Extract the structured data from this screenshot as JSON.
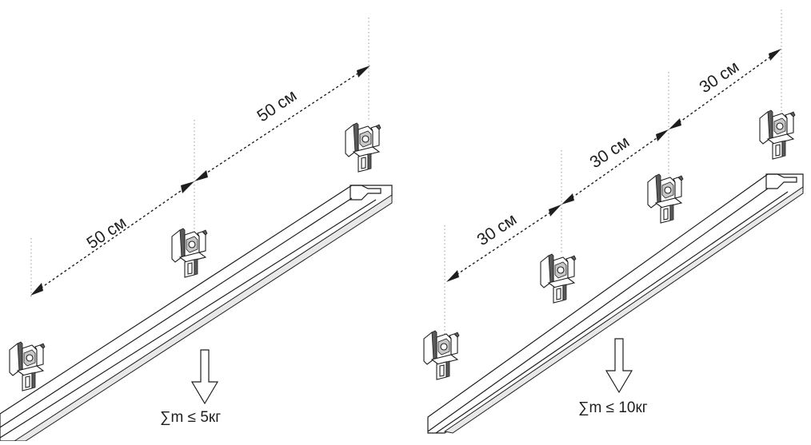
{
  "panels": [
    {
      "id": "left",
      "spacing_labels": [
        "50 см",
        "50 см"
      ],
      "load_label": "∑m ≤ 5кг",
      "hook_count": 3
    },
    {
      "id": "right",
      "spacing_labels": [
        "30 см",
        "30 см",
        "30 см"
      ],
      "load_label": "∑m ≤ 10кг",
      "hook_count": 4
    }
  ],
  "icons": {
    "hook": "ceiling-hook-icon",
    "rail": "curtain-rail-icon",
    "load": "down-arrow-icon"
  },
  "colors": {
    "line": "#1e1e1e",
    "guide": "#9a9a9a",
    "background": "#ffffff"
  }
}
